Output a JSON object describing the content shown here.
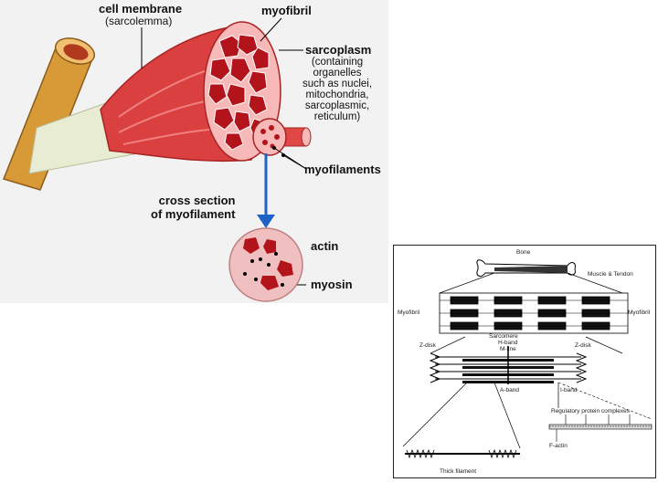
{
  "left": {
    "cell_membrane": "cell membrane",
    "sarcolemma": "(sarcolemma)",
    "myofibril": "myofibril",
    "sarcoplasm": "sarcoplasm",
    "sarcoplasm_desc": [
      "(containing",
      "organelles",
      "such as nuclei,",
      "mitochondria,",
      "sarcoplasmic,",
      "reticulum)"
    ],
    "myofilaments": "myofilaments",
    "cross_section": [
      "cross section",
      "of myofilament"
    ],
    "actin": "actin",
    "myosin": "myosin"
  },
  "right": {
    "bone": "Bone",
    "muscle_tendon": "Muscle & Tendon",
    "myofibril_left": "Myofibril",
    "myofibril_right": "Myofibril",
    "sarcomere": "Sarcomere",
    "h_band": "H-band",
    "m_line": "M-line",
    "z_disk_left": "Z-disk",
    "z_disk_right": "Z-disk",
    "a_band": "A-band",
    "i_band": "I-band",
    "regulatory": "Regulatory protein complexes",
    "f_actin": "F-actin",
    "thick_filament": "Thick filament"
  },
  "colors": {
    "muscle": "#d9403f",
    "fibril": "#b3141c",
    "bone": "#d89a36",
    "tendon": "#e8ecd2",
    "arrow": "#1f63c7"
  }
}
